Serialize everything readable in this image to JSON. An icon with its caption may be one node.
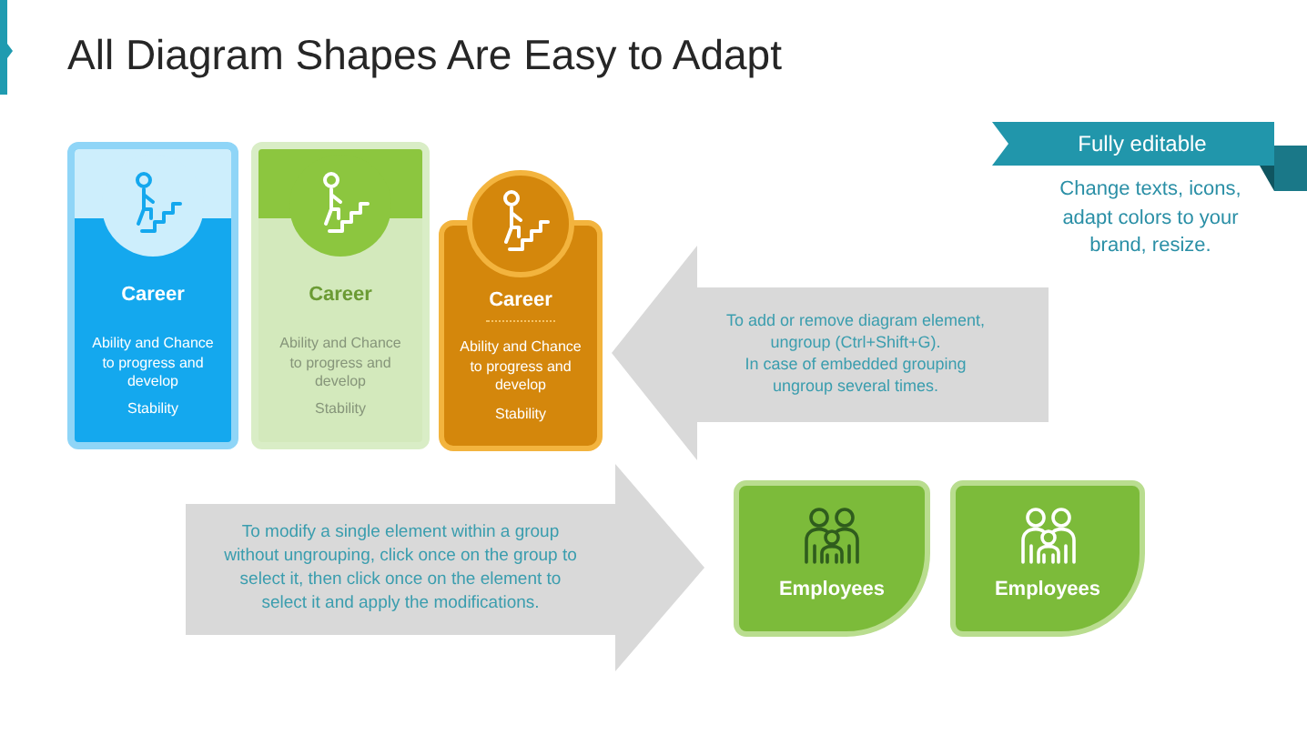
{
  "diagram": {
    "title": "All Diagram Shapes Are Easy to Adapt",
    "nodes": [
      {
        "text": [
          "Career",
          "Ability and Chance to progress and develop",
          "Stability"
        ]
      },
      {
        "text": [
          "Career",
          "Ability and Chance to progress and develop",
          "Stability"
        ]
      },
      {
        "text": [
          "Career",
          "Ability and Chance to progress and develop",
          "Stability"
        ]
      },
      {
        "text": [
          "Fully editable"
        ],
        "beside": [
          "Change texts, icons, adapt colors to your brand, resize."
        ]
      },
      {
        "text": [
          "To add or remove diagram element, ungroup (Ctrl+Shift+G).",
          "In case of embedded grouping ungroup several times."
        ]
      },
      {
        "text": [
          "To modify a single element within a group without ungrouping, click once on the group to select it, then click once on the element to select it and apply the modifications."
        ]
      },
      {
        "text": [
          "Employees"
        ]
      },
      {
        "text": [
          "Employees"
        ]
      }
    ]
  }
}
